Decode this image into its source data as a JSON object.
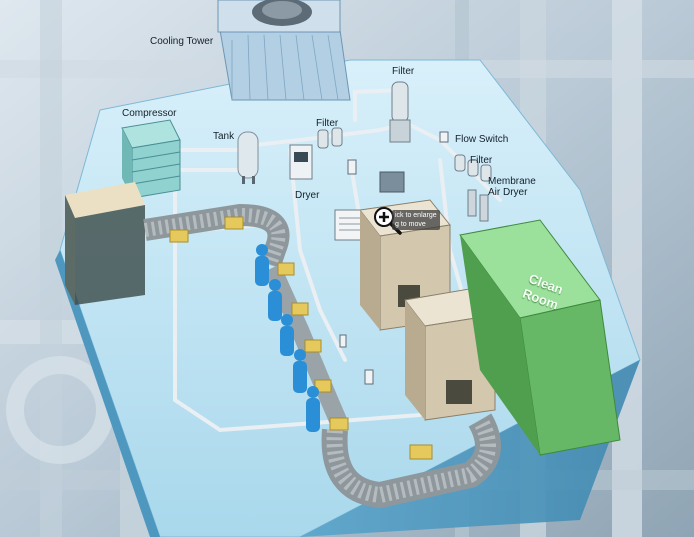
{
  "labels": {
    "cooling_tower": "Cooling Tower",
    "filter_top": "Filter",
    "compressor": "Compressor",
    "tank": "Tank",
    "filter_mid": "Filter",
    "dryer": "Dryer",
    "flow_switch": "Flow Switch",
    "filter_right": "Filter",
    "membrane_line1": "Membrane",
    "membrane_line2": "Air Dryer",
    "clean_room_line1": "Clean",
    "clean_room_line2": "Room"
  },
  "zoom_hint": {
    "line1": "ick to enlarge",
    "line2": "g to move"
  },
  "colors": {
    "floor": "#bfe3f2",
    "pipe": "#e6ecef",
    "clean_room": "#66b866",
    "booth": "#d8cdb8",
    "worker": "#2a8fd6",
    "conveyor": "#9aa3a8",
    "box": "#e6c95c"
  }
}
